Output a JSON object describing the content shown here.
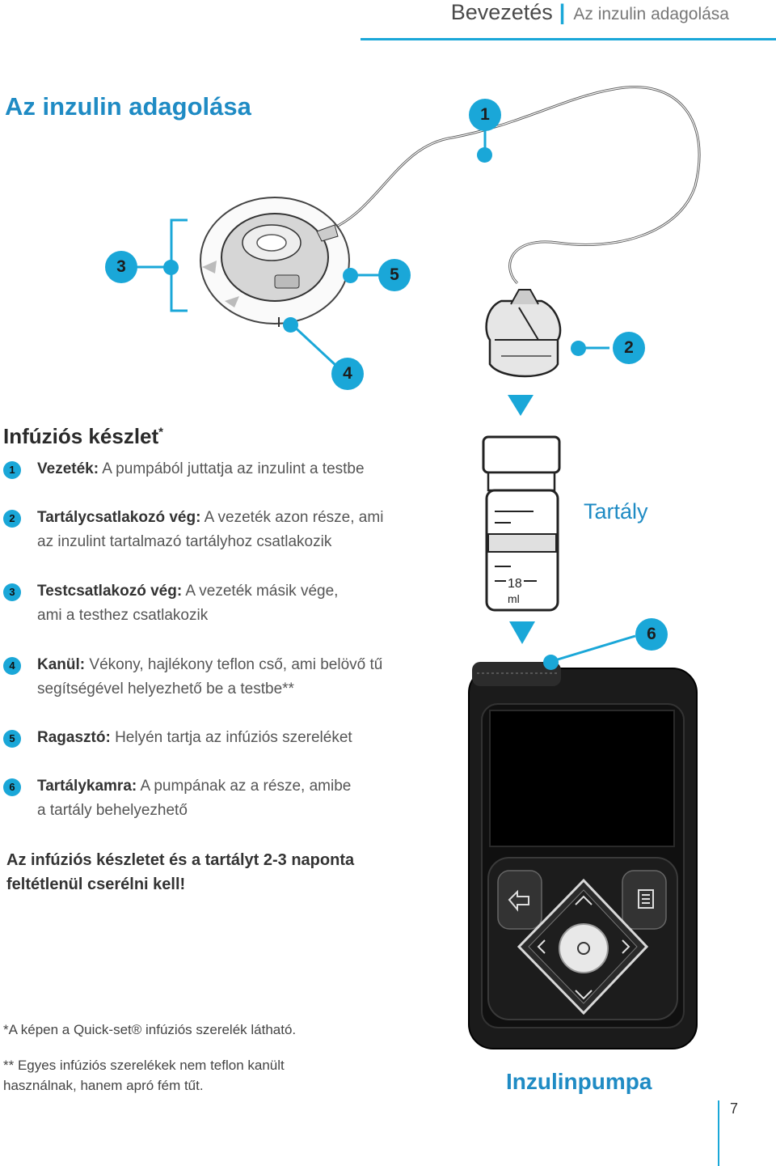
{
  "header": {
    "section": "Bevezetés",
    "subsection": "Az inzulin adagolása"
  },
  "page_title": "Az inzulin adagolása",
  "figure": {
    "callouts": [
      "1",
      "2",
      "3",
      "4",
      "5",
      "6"
    ],
    "reservoir_label": "Tartály",
    "reservoir_scale": {
      "value": "18",
      "unit": "ml"
    },
    "pump_label": "Inzulinpumpa",
    "pump_icons": [
      "back-icon",
      "up-icon",
      "left-icon",
      "select-icon",
      "right-icon",
      "down-icon",
      "menu-icon"
    ]
  },
  "infusion": {
    "title": "Infúziós készlet",
    "title_mark": "*",
    "items": [
      {
        "n": "1",
        "term": "Vezeték:",
        "lines": [
          "A pumpából juttatja az inzulint a testbe"
        ]
      },
      {
        "n": "2",
        "term": "Tartálycsatlakozó vég:",
        "lines": [
          "A vezeték azon része, ami",
          "az inzulint tartalmazó tartályhoz csatlakozik"
        ]
      },
      {
        "n": "3",
        "term": "Testcsatlakozó vég:",
        "lines": [
          "A vezeték másik vége,",
          "ami a testhez csatlakozik"
        ]
      },
      {
        "n": "4",
        "term": "Kanül:",
        "lines": [
          "Vékony, hajlékony teflon cső, ami belövő tű",
          "segítségével helyezhető be a testbe**"
        ]
      },
      {
        "n": "5",
        "term": "Ragasztó:",
        "lines": [
          "Helyén tartja az infúziós szereléket"
        ]
      },
      {
        "n": "6",
        "term": "Tartálykamra:",
        "lines": [
          "A pumpának az a része, amibe",
          "a tartály behelyezhető"
        ]
      }
    ]
  },
  "warning": {
    "line1": "Az infúziós készletet és a tartályt 2-3 naponta",
    "line2": "feltétlenül cserélni kell!"
  },
  "footnotes": {
    "f1": "*A képen a Quick-set® infúziós szerelék látható.",
    "f2_line1": "** Egyes infúziós szerelékek nem teflon kanült",
    "f2_line2": "használnak, hanem apró fém tűt."
  },
  "page_number": "7",
  "colors": {
    "accent": "#1aa7d8",
    "title": "#1f8bc4",
    "pump_body": "#1b1b1b"
  }
}
